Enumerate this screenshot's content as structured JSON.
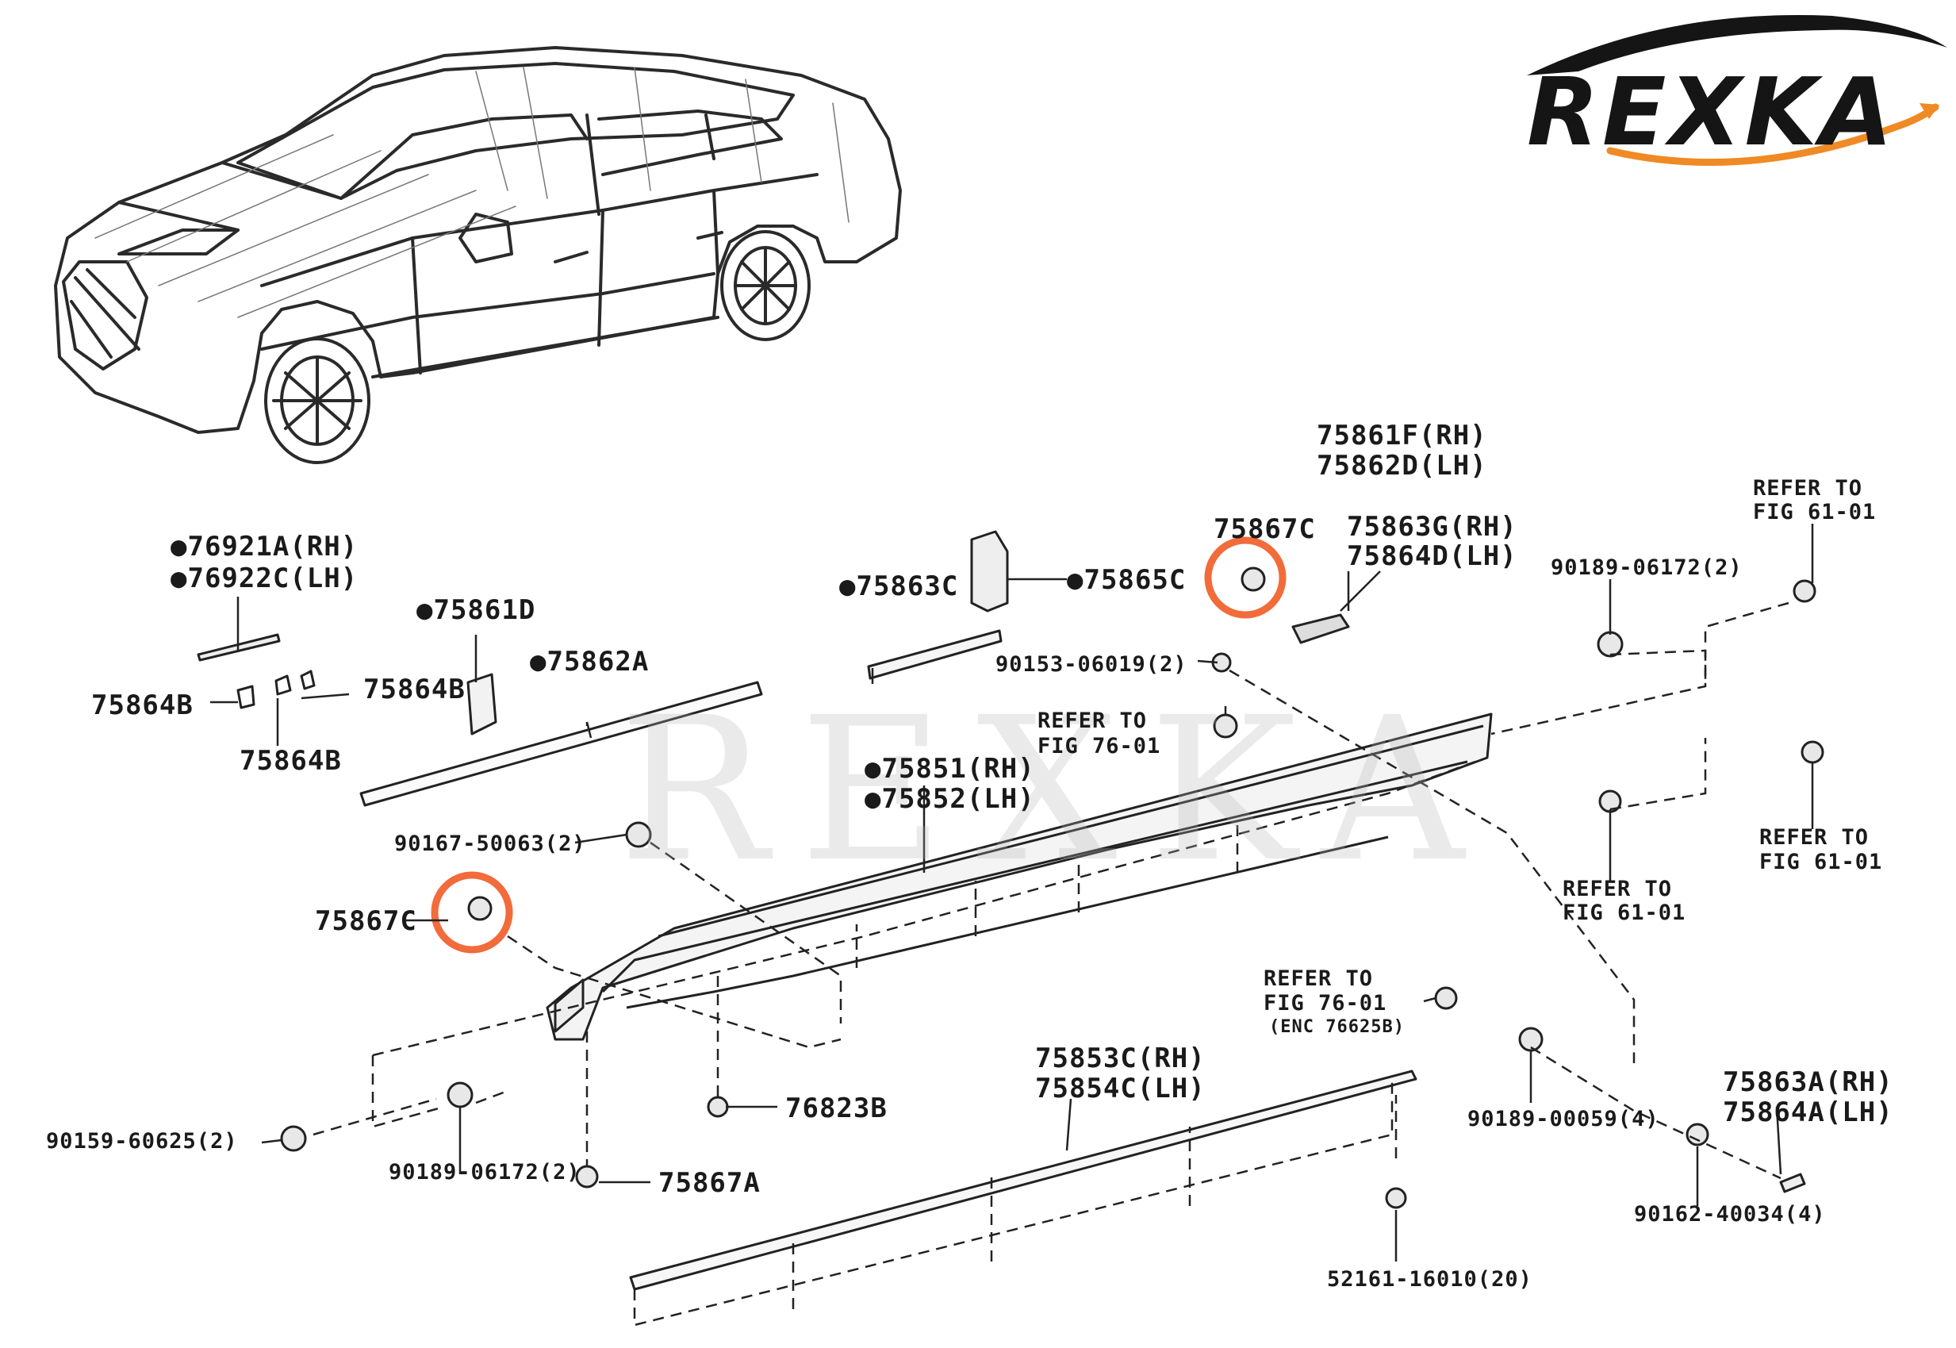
{
  "brand": {
    "logo_text": "REXKA",
    "watermark_text": "REXKA",
    "accent_color": "#f08a24",
    "highlight_color": "#f26b3a"
  },
  "diagram": {
    "parts": {
      "p76921A": "●76921A(RH)",
      "p76922C": "●76922C(LH)",
      "p75861D": "●75861D",
      "p75862A": "●75862A",
      "p75864B_left": "75864B",
      "p75864B_right": "75864B",
      "p75864B_bottom": "75864B",
      "p75863C": "●75863C",
      "p75865C": "●75865C",
      "p75867C_top": "75867C",
      "p75861F": "75861F(RH)",
      "p75862D": "75862D(LH)",
      "p75863G": "75863G(RH)",
      "p75864D": "75864D(LH)",
      "p90153": "90153-06019(2)",
      "refer76_top_1": "REFER TO",
      "refer76_top_2": "FIG 76-01",
      "p75851": "●75851(RH)",
      "p75852": "●75852(LH)",
      "p90167": "90167-50063(2)",
      "p75867C_left": "75867C",
      "p90189_top": "90189-06172(2)",
      "refer61_a1": "REFER TO",
      "refer61_a2": "FIG 61-01",
      "refer61_b1": "REFER TO",
      "refer61_b2": "FIG 61-01",
      "refer61_c1": "REFER TO",
      "refer61_c2": "FIG 61-01",
      "refer76_mid_1": "REFER TO",
      "refer76_mid_2": "FIG 76-01",
      "refer76_mid_3": "(ENC 76625B)",
      "p75853C": "75853C(RH)",
      "p75854C": "75854C(LH)",
      "p76823B": "76823B",
      "p90159": "90159-60625(2)",
      "p90189_bottom": "90189-06172(2)",
      "p75867A": "75867A",
      "p90189_00059": "90189-00059(4)",
      "p75863A": "75863A(RH)",
      "p75864A": "75864A(LH)",
      "p90162": "90162-40034(4)",
      "p52161": "52161-16010(20)"
    }
  }
}
